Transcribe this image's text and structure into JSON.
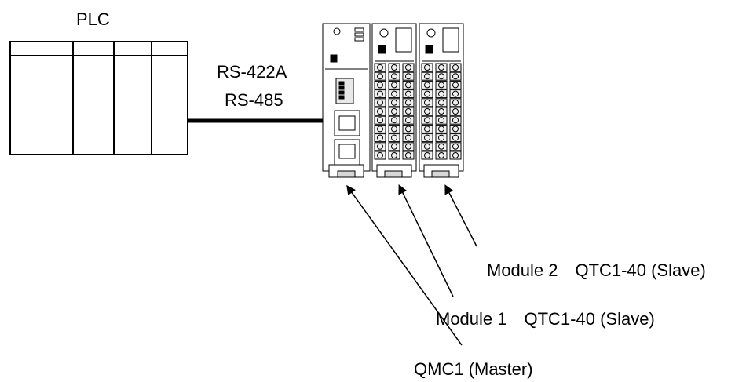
{
  "plc": {
    "label": "PLC"
  },
  "cable": {
    "line1": "RS-422A",
    "line2": "RS-485"
  },
  "modules": {
    "master": {
      "label": "QMC1 (Master)"
    },
    "slave1": {
      "label": "Module 1　QTC1-40 (Slave)"
    },
    "slave2": {
      "label": "Module 2　QTC1-40 (Slave)"
    }
  }
}
